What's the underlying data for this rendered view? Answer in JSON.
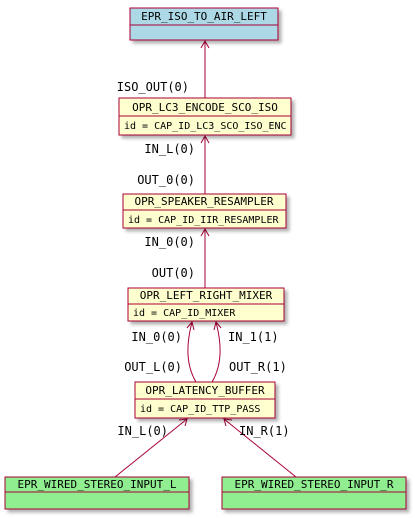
{
  "nodes": {
    "iso_to_air": {
      "title": "EPR_ISO_TO_AIR_LEFT",
      "fill": "#add8e6"
    },
    "lc3_encode": {
      "title": "OPR_LC3_ENCODE_SCO_ISO",
      "id": "id = CAP_ID_LC3_SCO_ISO_ENC",
      "fill": "#fefece"
    },
    "speaker_resampler": {
      "title": "OPR_SPEAKER_RESAMPLER",
      "id": "id = CAP_ID_IIR_RESAMPLER",
      "fill": "#fefece"
    },
    "lr_mixer": {
      "title": "OPR_LEFT_RIGHT_MIXER",
      "id": "id = CAP_ID_MIXER",
      "fill": "#fefece"
    },
    "latency_buffer": {
      "title": "OPR_LATENCY_BUFFER",
      "id": "id = CAP_ID_TTP_PASS",
      "fill": "#fefece"
    },
    "wired_l": {
      "title": "EPR_WIRED_STEREO_INPUT_L",
      "fill": "#90ee90"
    },
    "wired_r": {
      "title": "EPR_WIRED_STEREO_INPUT_R",
      "fill": "#90ee90"
    }
  },
  "ports": {
    "iso_out_0": "ISO_OUT(0)",
    "lc3_in_l_0": "IN_L(0)",
    "resampler_out_0_0": "OUT_0(0)",
    "resampler_in_0_0": "IN_0(0)",
    "mixer_out_0": "OUT(0)",
    "mixer_in_0_0": "IN_0(0)",
    "mixer_in_1_1": "IN_1(1)",
    "buffer_out_l_0": "OUT_L(0)",
    "buffer_out_r_1": "OUT_R(1)",
    "buffer_in_l_0": "IN_L(0)",
    "buffer_in_r_1": "IN_R(1)"
  },
  "colors": {
    "edge": "#a80036",
    "border": "#a80036"
  }
}
